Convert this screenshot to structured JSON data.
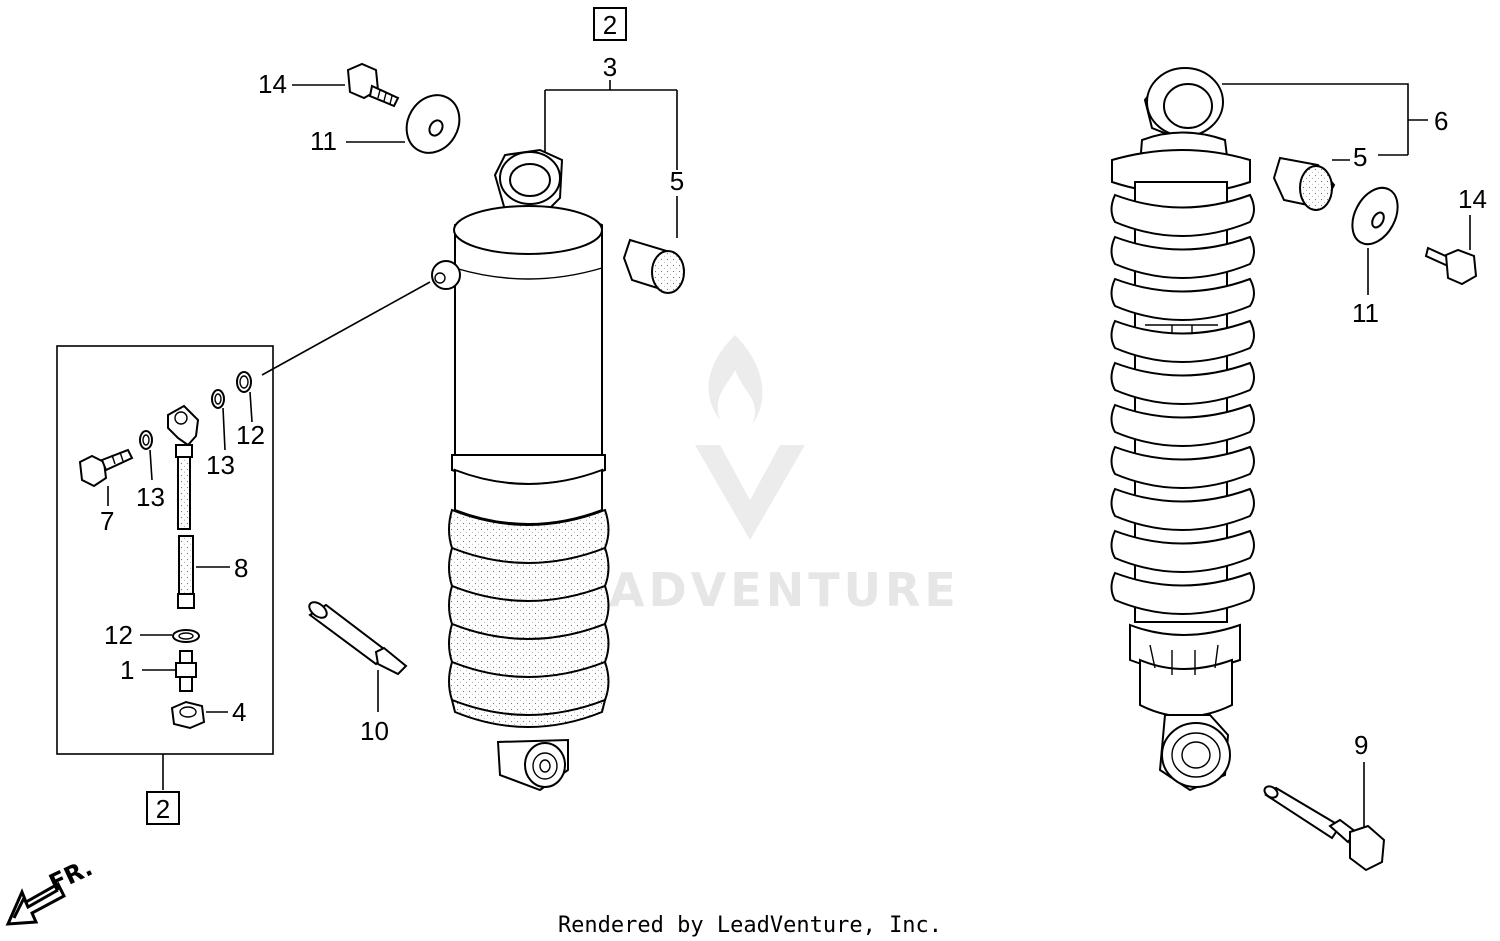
{
  "watermark": {
    "brand": "LEADVENTURE"
  },
  "footer": {
    "text": "Rendered by LeadVenture, Inc."
  },
  "direction": {
    "label": "FR."
  },
  "boxed_refs": {
    "top": "2",
    "bottom": "2"
  },
  "callouts": {
    "c1": "1",
    "c3": "3",
    "c4": "4",
    "c5_left": "5",
    "c5_right": "5",
    "c6": "6",
    "c7": "7",
    "c8": "8",
    "c9": "9",
    "c10": "10",
    "c11_left": "11",
    "c11_right": "11",
    "c12_upper": "12",
    "c12_lower": "12",
    "c13_upper": "13",
    "c13_lower": "13",
    "c14_left": "14",
    "c14_right": "14"
  },
  "colors": {
    "line": "#000000",
    "watermark": "#e6e6e6",
    "background": "#ffffff"
  }
}
